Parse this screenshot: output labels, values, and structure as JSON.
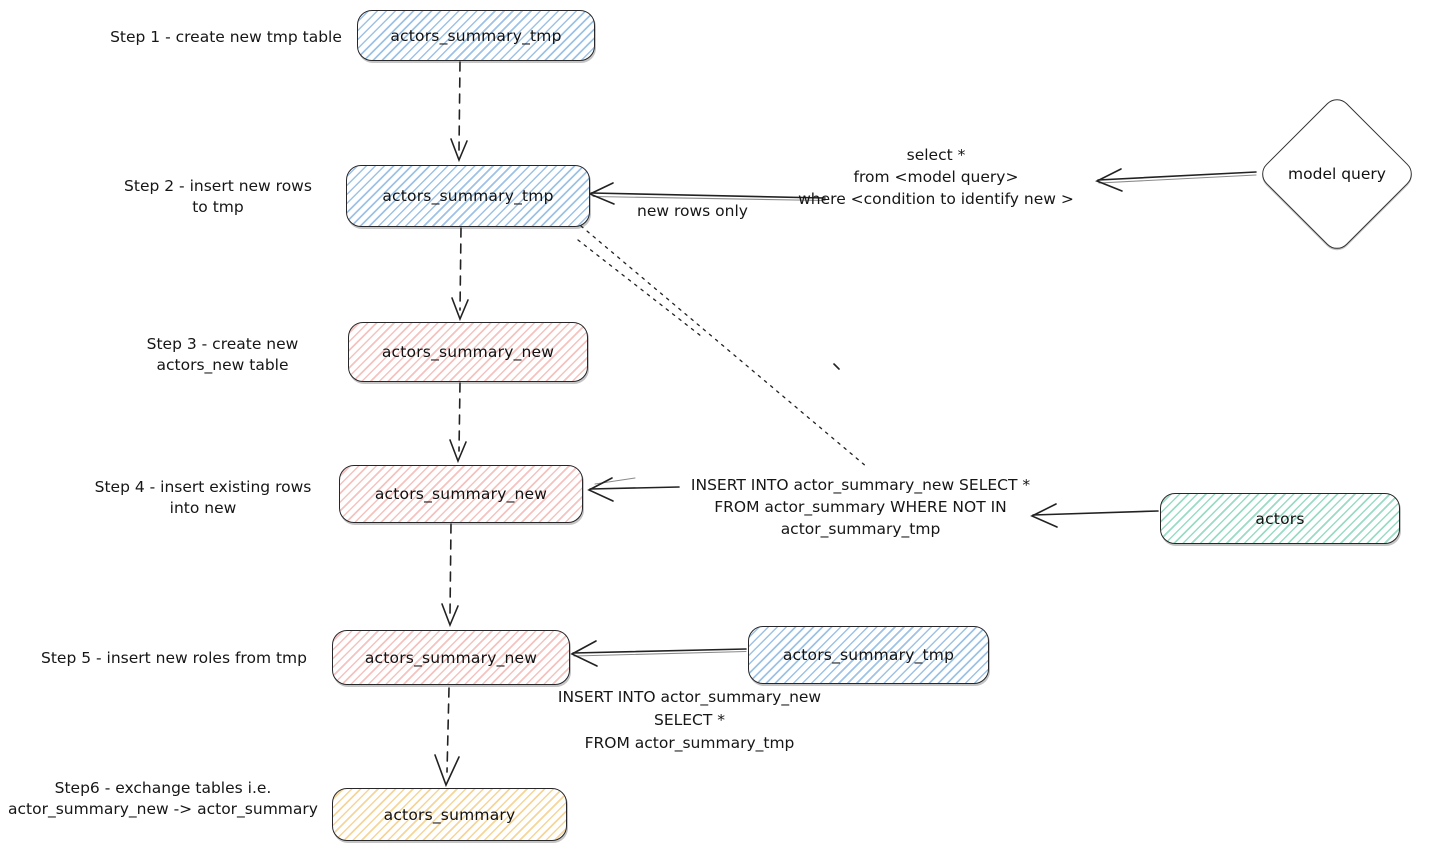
{
  "diagram": {
    "steps": [
      {
        "label": "Step 1 - create new tmp table"
      },
      {
        "label": "Step 2 - insert new rows\nto tmp"
      },
      {
        "label": "Step 3 - create new\nactors_new table"
      },
      {
        "label": "Step 4 - insert existing rows\ninto new"
      },
      {
        "label": "Step 5 - insert new roles from tmp"
      },
      {
        "label": "Step6 - exchange tables i.e.\nactor_summary_new -> actor_summary"
      }
    ],
    "nodes": {
      "tmp_step1": "actors_summary_tmp",
      "tmp_step2": "actors_summary_tmp",
      "new_step3": "actors_summary_new",
      "new_step4": "actors_summary_new",
      "new_step5": "actors_summary_new",
      "summary_step6": "actors_summary",
      "tmp_source": "actors_summary_tmp",
      "actors_source": "actors",
      "model_query": "model query"
    },
    "annotations": {
      "new_rows_only": "new rows only",
      "model_select": "select *\nfrom <model query>\nwhere <condition to identify new >",
      "insert_existing": "INSERT INTO actor_summary_new SELECT *\nFROM actor_summary WHERE NOT IN\nactor_summary_tmp",
      "insert_new": "INSERT INTO actor_summary_new\nSELECT *\nFROM actor_summary_tmp"
    },
    "colors": {
      "ink": "#1e1e1e",
      "blue": "#74a9dc",
      "pink": "#e8827d",
      "teal": "#46be96",
      "yellow": "#f0b955"
    }
  }
}
